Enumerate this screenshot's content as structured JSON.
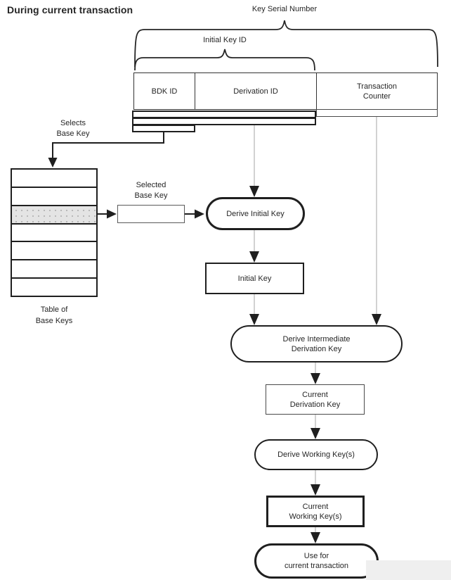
{
  "title": "During current transaction",
  "ksn": {
    "serial_number_label": "Key Serial Number",
    "initial_key_id_label": "Initial Key ID",
    "columns": {
      "bdk_id": "BDK ID",
      "derivation_id": "Derivation ID",
      "transaction_counter": "Transaction\nCounter"
    }
  },
  "base_key_section": {
    "selects_label": "Selects\nBase Key",
    "selected_label": "Selected\nBase Key",
    "table_caption": "Table of\nBase Keys",
    "row_count": 7,
    "highlighted_row": 3
  },
  "flow": {
    "derive_initial_key": "Derive Initial Key",
    "initial_key": "Initial Key",
    "derive_intermediate": "Derive Intermediate\nDerivation Key",
    "current_derivation_key": "Current\nDerivation Key",
    "derive_working_keys": "Derive Working Key(s)",
    "current_working_keys": "Current\nWorking Key(s)",
    "use_for_current_transaction": "Use for\ncurrent transaction"
  },
  "colors": {
    "ink": "#1f1f1f",
    "connector_gray": "#b9b9b9",
    "highlight_fill": "#e4e4e4"
  }
}
